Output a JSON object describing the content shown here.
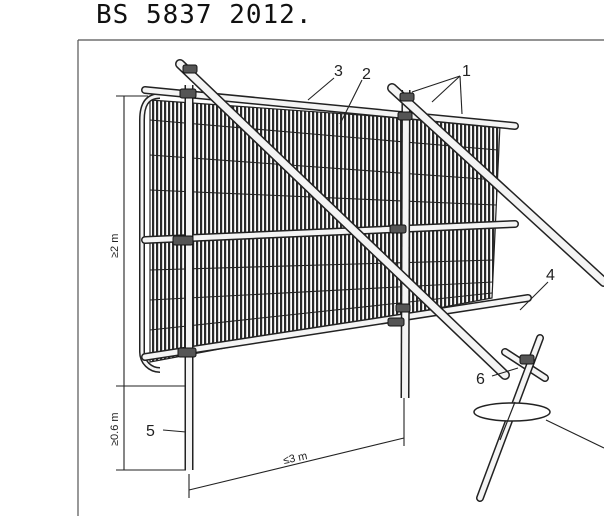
{
  "heading": "BS 5837 2012.",
  "labels": {
    "callout_1": "1",
    "callout_2": "2",
    "callout_3": "3",
    "callout_4": "4",
    "callout_5": "5",
    "callout_6": "6"
  },
  "dimensions": {
    "height_above_ground": "≥2 m",
    "depth_below_ground": "≥0.6 m",
    "post_spacing": "≤3 m"
  },
  "colors": {
    "ink": "#222222",
    "mesh": "#2a2a2a",
    "tube": "#f4f4f4"
  }
}
